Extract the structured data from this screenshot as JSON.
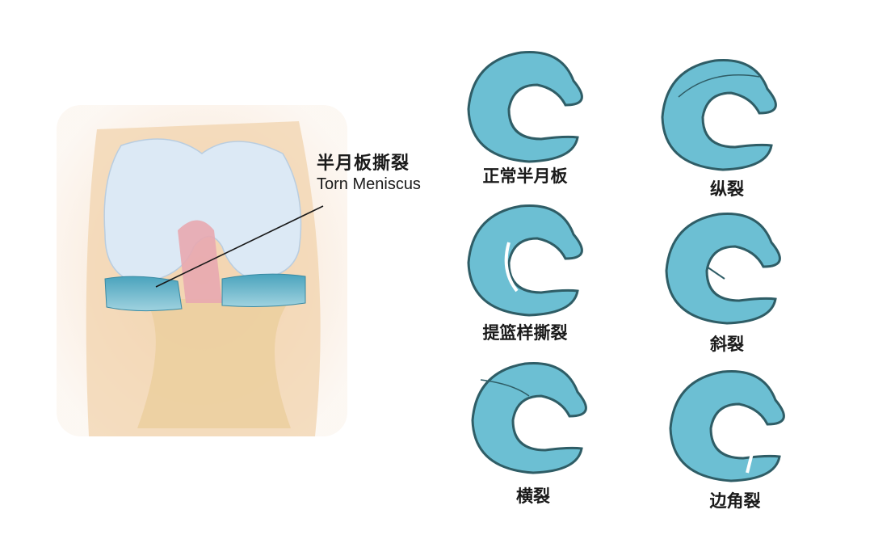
{
  "illustration": {
    "title_zh": "半月板撕裂",
    "title_en": "Torn Meniscus",
    "colors": {
      "bone": "#dce9f5",
      "meniscus": "#5fb3c9",
      "ligament": "#e8a8b0",
      "tissue": "#f3cfa8",
      "background": "#ffffff"
    }
  },
  "tear_types": [
    {
      "label": "正常半月板",
      "name": "normal"
    },
    {
      "label": "纵裂",
      "name": "longitudinal"
    },
    {
      "label": "提篮样撕裂",
      "name": "bucket-handle"
    },
    {
      "label": "斜裂",
      "name": "oblique"
    },
    {
      "label": "横裂",
      "name": "transverse"
    },
    {
      "label": "边角裂",
      "name": "flap"
    }
  ],
  "meniscus_color": "#6cbfd3",
  "meniscus_outline": "#2f5d66"
}
